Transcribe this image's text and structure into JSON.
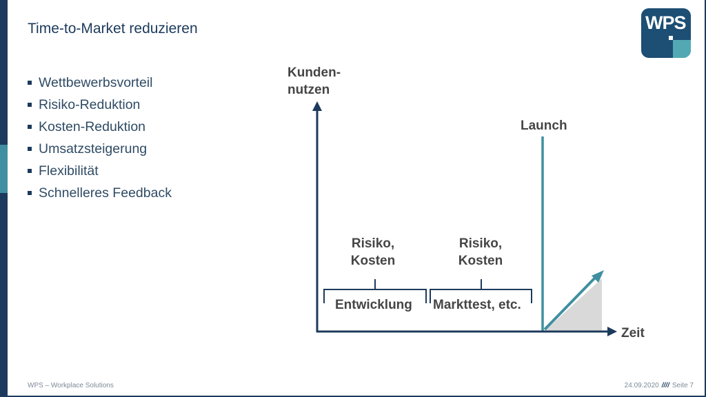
{
  "title": "Time-to-Market reduzieren",
  "logo": {
    "text": "WPS"
  },
  "bullets": [
    "Wettbewerbsvorteil",
    "Risiko-Reduktion",
    "Kosten-Reduktion",
    "Umsatzsteigerung",
    "Flexibilität",
    "Schnelleres Feedback"
  ],
  "diagram": {
    "y_axis_label": [
      "Kunden-",
      "nutzen"
    ],
    "x_axis_label": "Zeit",
    "launch_label": "Launch",
    "phases": [
      {
        "name": "Entwicklung",
        "risk_label": [
          "Risiko,",
          "Kosten"
        ]
      },
      {
        "name": "Markttest, etc.",
        "risk_label": [
          "Risiko,",
          "Kosten"
        ]
      }
    ]
  },
  "footer": {
    "company": "WPS – Workplace Solutions",
    "date": "24.09.2020",
    "separator": "////",
    "page": "Seite 7"
  },
  "colors": {
    "navy": "#1c3a5c",
    "teal": "#3f8fa0",
    "logo_bg": "#1d4e74",
    "logo_accent": "#52a9b4",
    "triangle_fill": "#d9d9d9"
  }
}
